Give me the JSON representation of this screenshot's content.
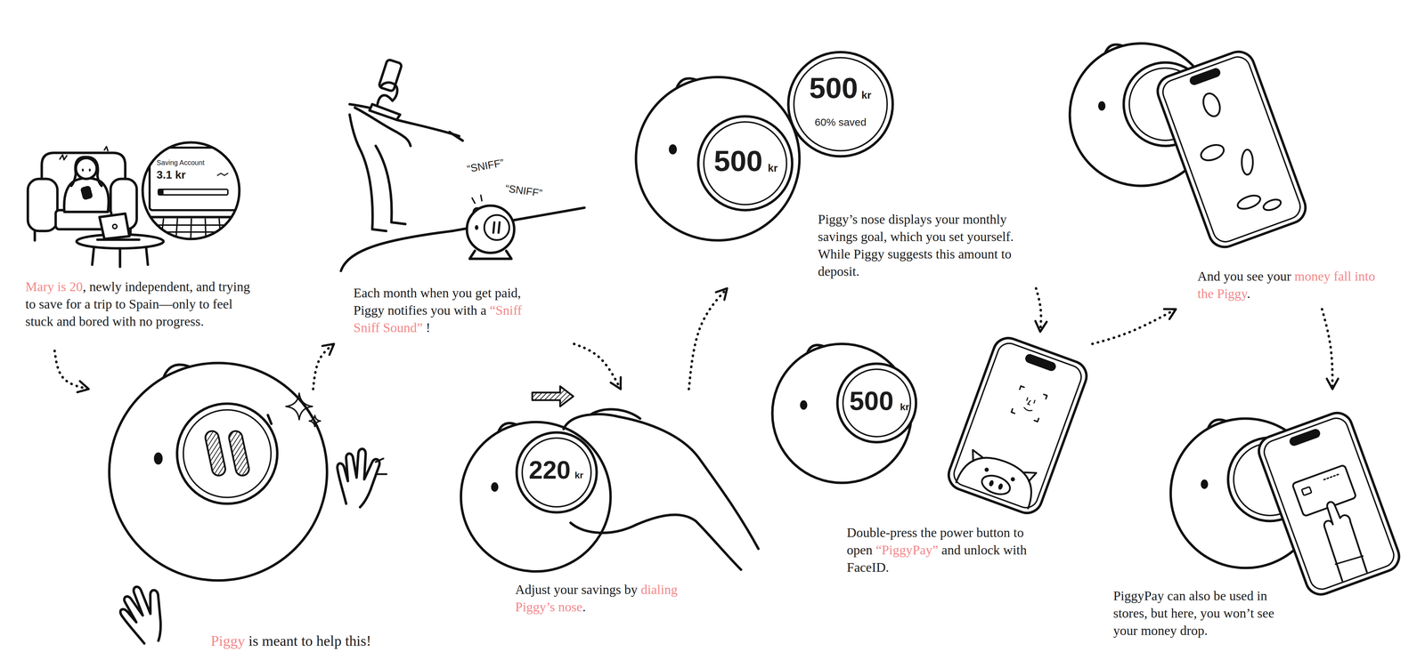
{
  "diagram": {
    "nodes": [
      {
        "text": [
          "Mary is 20, newly independent, and trying to save for a trip to Spain—only to feel stuck and bored with no progress."
        ]
      },
      {
        "text": [
          "Saving Account",
          "3.1 kr"
        ],
        "in": 0
      },
      {
        "text": [
          "Piggy is meant to help this!"
        ]
      },
      {
        "text": [
          "Each month when you get paid, Piggy notifies you with a “Sniff Sniff Sound” !"
        ]
      },
      {
        "text": [
          "Adjust your savings by dialing Piggy’s nose."
        ]
      },
      {
        "text": [
          "220",
          "kr"
        ],
        "in": 4
      },
      {
        "text": [
          "Piggy’s nose displays your monthly savings goal, which you set yourself. While Piggy suggests this amount to deposit."
        ]
      },
      {
        "text": [
          "500",
          "kr"
        ],
        "in": 6
      },
      {
        "text": [
          "500",
          "kr",
          "60% saved"
        ],
        "in": 6
      },
      {
        "text": [
          "Double-press the power button to open “PiggyPay” and unlock with FaceID."
        ]
      },
      {
        "text": [
          "500",
          "kr"
        ],
        "in": 9
      },
      {
        "text": [
          "And you see your money fall into the Piggy."
        ]
      },
      {
        "text": [
          "PiggyPay can also be used in stores, but here, you won’t see your money drop."
        ]
      }
    ],
    "edges": [
      {
        "from": 0,
        "to": 2,
        "arrow": "to"
      },
      {
        "from": 2,
        "to": 3,
        "arrow": "to"
      },
      {
        "from": 3,
        "to": 4,
        "arrow": "to"
      },
      {
        "from": 4,
        "to": 6,
        "arrow": "to"
      },
      {
        "from": 6,
        "to": 9,
        "arrow": "to"
      },
      {
        "from": 9,
        "to": 11,
        "arrow": "to"
      },
      {
        "from": 11,
        "to": 12,
        "arrow": "to"
      }
    ],
    "labels": [
      "“SNIFF”",
      "“SNIFF”"
    ]
  }
}
